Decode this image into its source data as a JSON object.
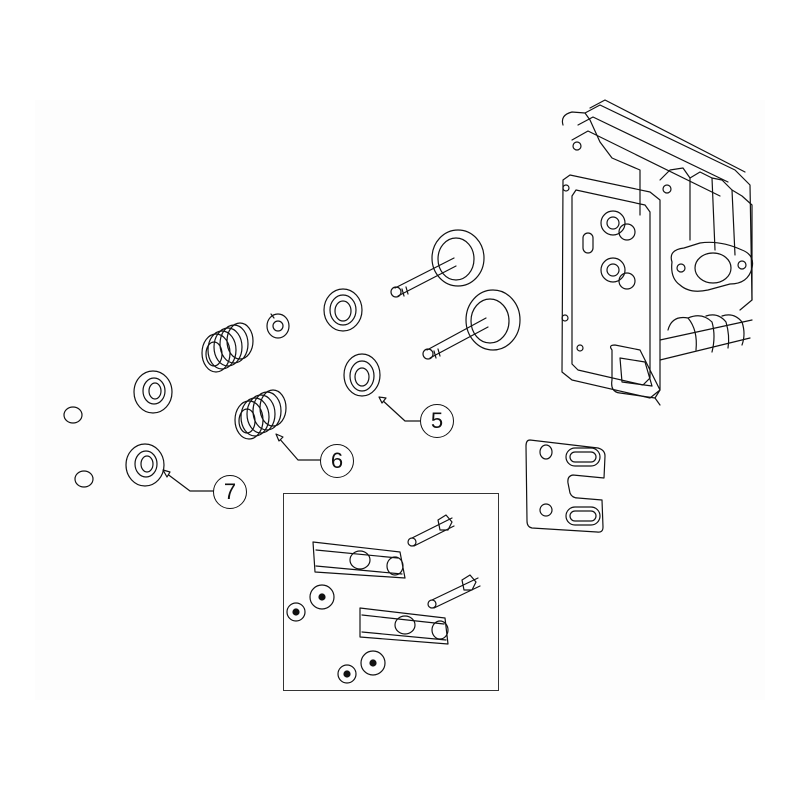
{
  "diagram": {
    "type": "exploded-parts-view",
    "subject": "engine cylinder head assembly",
    "callouts": [
      {
        "id": "callout-5",
        "label": "5",
        "target": "valve-stem-seal"
      },
      {
        "id": "callout-6",
        "label": "6",
        "target": "valve-spring"
      },
      {
        "id": "callout-7",
        "label": "7",
        "target": "valve-spring-retainer"
      }
    ],
    "parts": [
      "cylinder-head",
      "head-gasket",
      "intake-valve",
      "exhaust-valve",
      "valve-stem-seal",
      "valve-spring",
      "valve-spring-retainer",
      "valve-keeper",
      "rocker-arm-assembly"
    ],
    "line_color": "#111111",
    "background_color": "#ffffff",
    "panel_color": "#fdfdfd"
  }
}
